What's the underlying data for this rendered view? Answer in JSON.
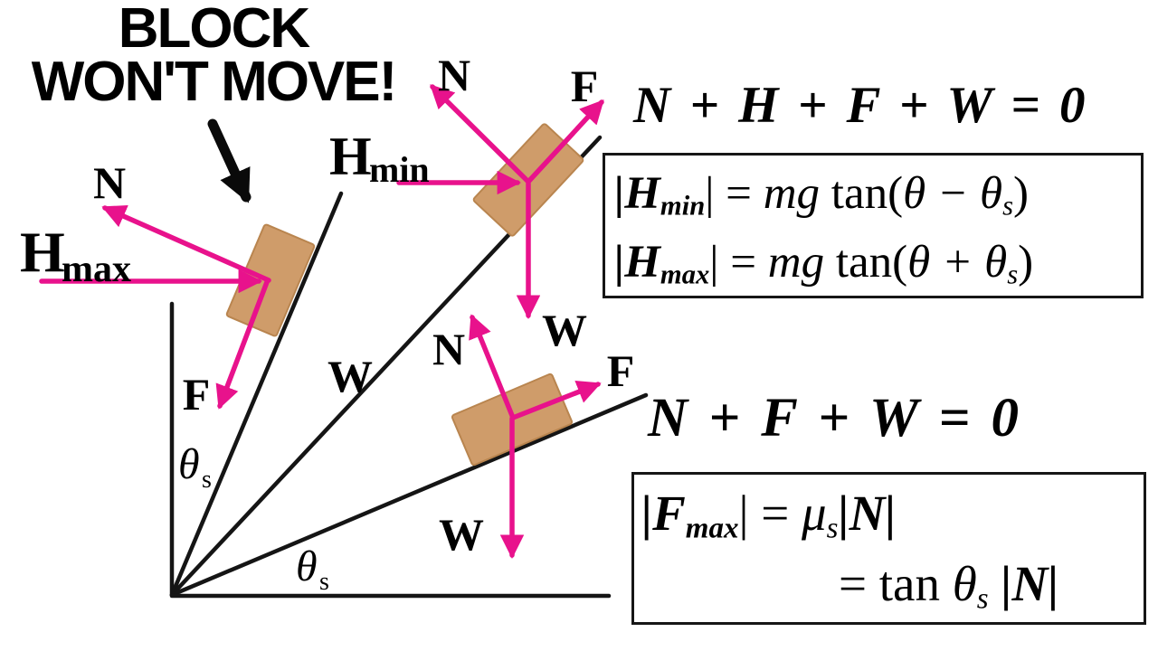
{
  "title": {
    "line1": "BLOCK",
    "line2": "WON'T MOVE!"
  },
  "colors": {
    "arrow_magenta": "#E8128C",
    "block_fill": "#CF9C6A",
    "block_edge": "#B9854F",
    "line_black": "#151515",
    "text": "#000000",
    "background": "#FFFFFF"
  },
  "diagram": {
    "block1": {
      "n": "N",
      "f": "F",
      "h_base": "H",
      "h_sub": "max"
    },
    "block2": {
      "n": "N",
      "f": "F",
      "h_base": "H",
      "h_sub": "min",
      "w": "W"
    },
    "block3": {
      "n": "N",
      "f": "F",
      "w": "W"
    },
    "weight_label": "W",
    "angle_upper": {
      "base": "θ",
      "sub": "s"
    },
    "angle_lower": {
      "base": "θ",
      "sub": "s"
    }
  },
  "equations": {
    "sum_h": "N + H + F + W = 0",
    "sum": "N + F + W = 0",
    "hmin": {
      "lhs": "|H",
      "lhs_sub": "min",
      "eq": "| = ",
      "mg": "mg",
      "tan": " tan(",
      "arg": "θ − θ",
      "arg_sub": "s",
      "close": ")"
    },
    "hmax": {
      "lhs": "|H",
      "lhs_sub": "max",
      "eq": "| = ",
      "mg": "mg",
      "tan": " tan(",
      "arg": "θ + θ",
      "arg_sub": "s",
      "close": ")"
    },
    "fmax1": {
      "lhs": "|F",
      "lhs_sub": "max",
      "eq": "| = ",
      "mu": "μ",
      "mu_sub": "s",
      "rhs": "|N|"
    },
    "fmax2": {
      "eq": "= ",
      "tan": "tan ",
      "arg": "θ",
      "arg_sub": "s",
      "rhs": " |N|"
    }
  }
}
